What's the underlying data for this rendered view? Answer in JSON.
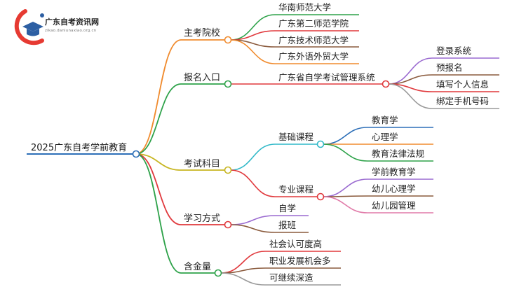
{
  "logo": {
    "title": "广东自考资讯网",
    "subtitle": "zikao.danlunaxlao.org.cn",
    "icon": "graduation-cap-icon",
    "colors": {
      "red": "#e63a32",
      "blue": "#2d5fa3"
    }
  },
  "mindmap": {
    "root": "2025广东自考学前教育",
    "branches": [
      {
        "label": "主考院校",
        "color": "#f08b2e",
        "children": [
          {
            "label": "华南师范大学",
            "color": "#2ea24a"
          },
          {
            "label": "广东第二师范学院",
            "color": "#e0383c"
          },
          {
            "label": "广东技术师范大学",
            "color": "#8a5a3c"
          },
          {
            "label": "广东外语外贸大学",
            "color": "#f08b2e"
          }
        ]
      },
      {
        "label": "报名入口",
        "color": "#2ea24a",
        "children": [
          {
            "label": "广东省自学考试管理系统",
            "color": "#e0383c",
            "children": [
              {
                "label": "登录系统",
                "color": "#9a6ad0"
              },
              {
                "label": "预报名",
                "color": "#8a5a3c"
              },
              {
                "label": "填写个人信息",
                "color": "#e0383c"
              },
              {
                "label": "绑定手机号码",
                "color": "#9a9a9a"
              }
            ]
          }
        ]
      },
      {
        "label": "考试科目",
        "color": "#c7b520",
        "children": [
          {
            "label": "基础课程",
            "color": "#2fb8c8",
            "children": [
              {
                "label": "教育学",
                "color": "#2d6fb8"
              },
              {
                "label": "心理学",
                "color": "#f08b2e"
              },
              {
                "label": "教育法律法规",
                "color": "#2ea24a"
              }
            ]
          },
          {
            "label": "专业课程",
            "color": "#e0383c",
            "children": [
              {
                "label": "学前教育学",
                "color": "#9a6ad0"
              },
              {
                "label": "幼儿心理学",
                "color": "#8a5a3c"
              },
              {
                "label": "幼儿园管理",
                "color": "#e07aa8"
              }
            ]
          }
        ]
      },
      {
        "label": "学习方式",
        "color": "#e0383c",
        "children": [
          {
            "label": "自学",
            "color": "#9a6ad0"
          },
          {
            "label": "报班",
            "color": "#8a5a3c"
          }
        ]
      },
      {
        "label": "含金量",
        "color": "#2ea24a",
        "children": [
          {
            "label": "社会认可度高",
            "color": "#e0383c"
          },
          {
            "label": "职业发展机会多",
            "color": "#8a5a3c"
          },
          {
            "label": "可继续深造",
            "color": "#9a9a9a"
          }
        ]
      }
    ]
  }
}
